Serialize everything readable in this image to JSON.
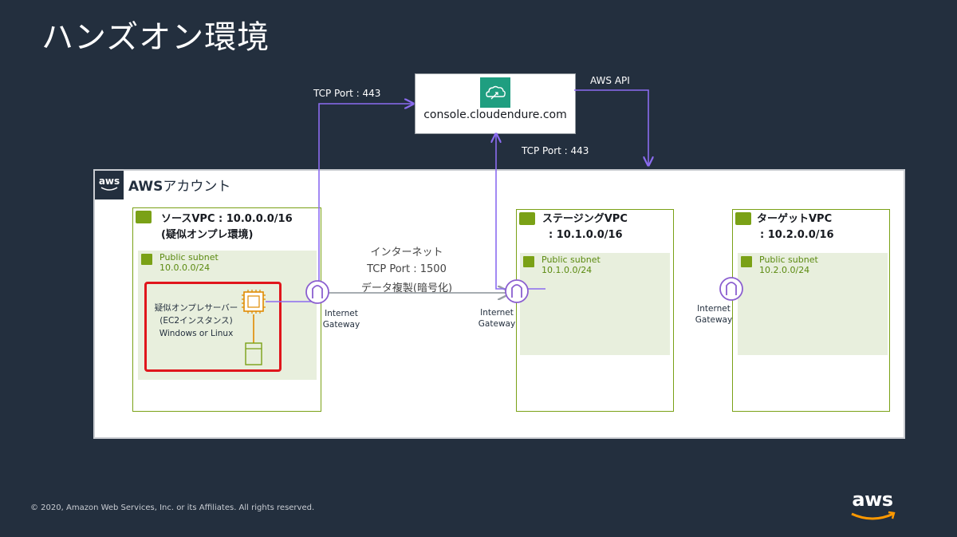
{
  "title": "ハンズオン環境",
  "account": {
    "logo_text": "aws",
    "title_bold": "AWS",
    "title_rest": "アカウント"
  },
  "cloudendure": {
    "domain": "console.cloudendure.com",
    "icon": "cloudendure-icon"
  },
  "labels": {
    "tcp_443_left": "TCP Port : 443",
    "tcp_443_right": "TCP Port : 443",
    "aws_api": "AWS API",
    "internet": "インターネット",
    "tcp_1500": "TCP Port : 1500",
    "data_replication": "データ複製(暗号化)"
  },
  "vpcs": [
    {
      "title_line1": "ソースVPC : 10.0.0.0/16",
      "title_line2": "(疑似オンプレ環境)",
      "subnet_name": "Public subnet",
      "subnet_cidr": "10.0.0.0/24",
      "gateway": [
        "Internet",
        "Gateway"
      ]
    },
    {
      "title_line1": "ステージングVPC",
      "title_line2": ": 10.1.0.0/16",
      "subnet_name": "Public subnet",
      "subnet_cidr": "10.1.0.0/24",
      "gateway": [
        "Internet",
        "Gateway"
      ]
    },
    {
      "title_line1": "ターゲットVPC",
      "title_line2": ": 10.2.0.0/16",
      "subnet_name": "Public subnet",
      "subnet_cidr": "10.2.0.0/24",
      "gateway": [
        "Internet",
        "Gateway"
      ]
    }
  ],
  "server": {
    "line1": "疑似オンプレサーバー",
    "line2": "(EC2インスタンス)",
    "line3": "Windows or Linux",
    "chip_icon": "ec2-chip-icon",
    "volume_icon": "ebs-volume-icon"
  },
  "footer": "© 2020, Amazon Web Services, Inc. or its Affiliates. All rights reserved.",
  "brand_logo": "aws",
  "colors": {
    "background": "#232f3e",
    "vpc_border": "#7aa116",
    "subnet_fill": "#e8efdd",
    "arrow": "#8b6cf0",
    "highlight": "#e0161c",
    "server_orange": "#e08a00",
    "aws_orange": "#ff9900"
  }
}
